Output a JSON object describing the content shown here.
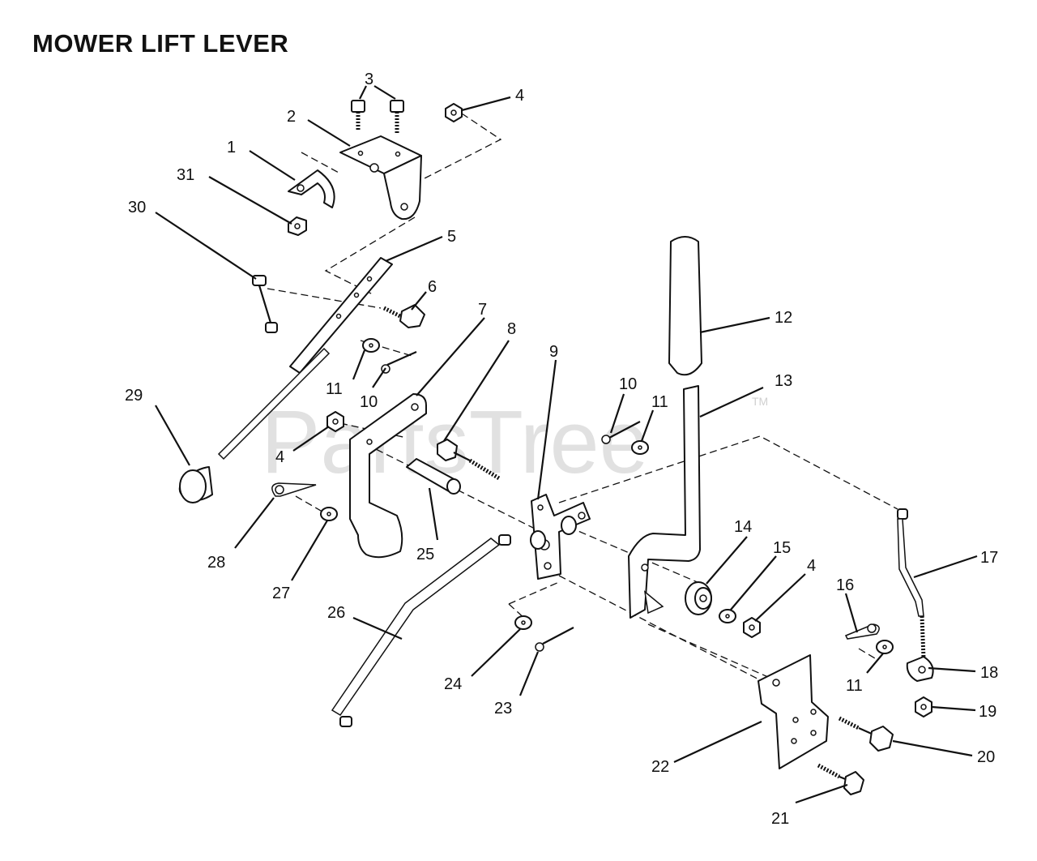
{
  "title": "MOWER LIFT LEVER",
  "watermark": "PartsTree",
  "watermark_mark": "TM",
  "callouts": [
    {
      "id": "c1",
      "label": "1"
    },
    {
      "id": "c2",
      "label": "2"
    },
    {
      "id": "c3",
      "label": "3"
    },
    {
      "id": "c4a",
      "label": "4"
    },
    {
      "id": "c4b",
      "label": "4"
    },
    {
      "id": "c4c",
      "label": "4"
    },
    {
      "id": "c5",
      "label": "5"
    },
    {
      "id": "c6",
      "label": "6"
    },
    {
      "id": "c7",
      "label": "7"
    },
    {
      "id": "c8",
      "label": "8"
    },
    {
      "id": "c9",
      "label": "9"
    },
    {
      "id": "c10a",
      "label": "10"
    },
    {
      "id": "c10b",
      "label": "10"
    },
    {
      "id": "c11a",
      "label": "11"
    },
    {
      "id": "c11b",
      "label": "11"
    },
    {
      "id": "c11c",
      "label": "11"
    },
    {
      "id": "c12",
      "label": "12"
    },
    {
      "id": "c13",
      "label": "13"
    },
    {
      "id": "c14",
      "label": "14"
    },
    {
      "id": "c15",
      "label": "15"
    },
    {
      "id": "c16",
      "label": "16"
    },
    {
      "id": "c17",
      "label": "17"
    },
    {
      "id": "c18",
      "label": "18"
    },
    {
      "id": "c19",
      "label": "19"
    },
    {
      "id": "c20",
      "label": "20"
    },
    {
      "id": "c21",
      "label": "21"
    },
    {
      "id": "c22",
      "label": "22"
    },
    {
      "id": "c23",
      "label": "23"
    },
    {
      "id": "c24",
      "label": "24"
    },
    {
      "id": "c25",
      "label": "25"
    },
    {
      "id": "c26",
      "label": "26"
    },
    {
      "id": "c27",
      "label": "27"
    },
    {
      "id": "c28",
      "label": "28"
    },
    {
      "id": "c29",
      "label": "29"
    },
    {
      "id": "c30",
      "label": "30"
    },
    {
      "id": "c31",
      "label": "31"
    }
  ]
}
